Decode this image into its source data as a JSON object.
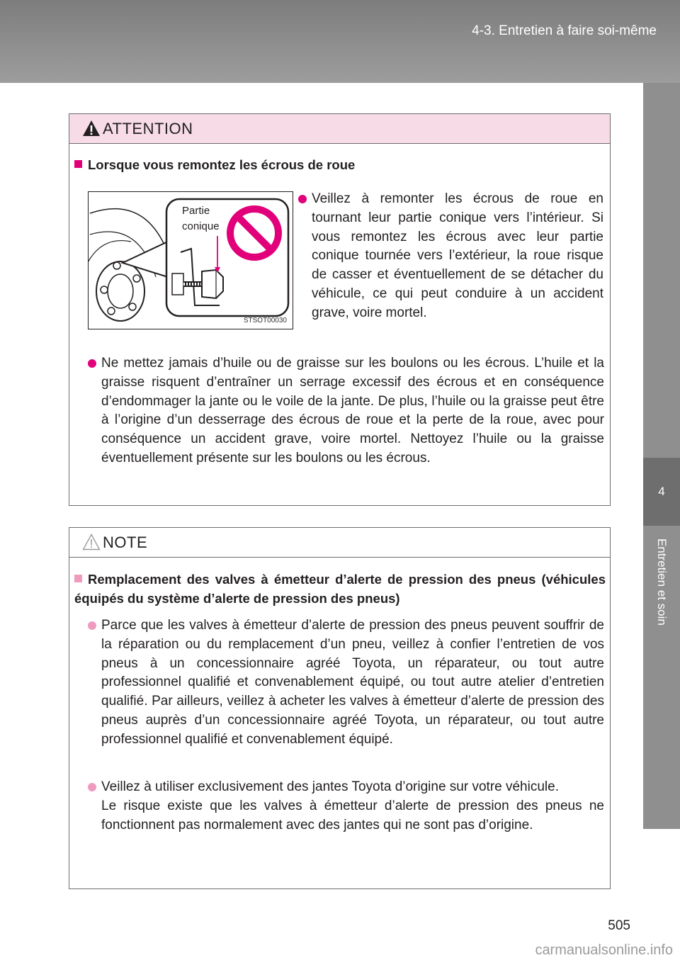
{
  "header": {
    "title": "4-3. Entretien à faire soi-même"
  },
  "side_tab": {
    "number": "4",
    "label": "Entretien et soin"
  },
  "page_number": "505",
  "watermark": "carmanualsonline.info",
  "attention": {
    "title": "ATTENTION",
    "section_heading": "Lorsque vous remontez les écrous de roue",
    "figure": {
      "label_line1": "Partie",
      "label_line2": "conique",
      "code": "STSOT00030"
    },
    "bullet1": "Veillez à remonter les écrous de roue en tournant leur partie conique vers l’intérieur. Si vous remontez les écrous avec leur partie conique tournée vers l’extérieur, la roue risque de casser et éventuellement de se détacher du véhicule, ce qui peut conduire à un accident grave, voire mortel.",
    "bullet2": "Ne mettez jamais d’huile ou de graisse sur les boulons ou les écrous. L’huile et la graisse risquent d’entraîner un serrage excessif des écrous et en conséquence d’endommager la jante ou le voile de la jante. De plus, l’huile ou la graisse peut être à l’origine d’un desserrage des écrous de roue et la perte de la roue, avec pour conséquence un accident grave, voire mortel. Nettoyez l’huile ou la graisse éventuellement présente sur les boulons ou les écrous."
  },
  "note": {
    "title": "NOTE",
    "section_heading": "Remplacement des valves à émetteur d’alerte de pression des pneus (véhicules équipés du système d’alerte de pression des pneus)",
    "bullet1": "Parce que les valves à émetteur d’alerte de pression des pneus peuvent souffrir de la réparation ou du remplacement d’un pneu, veillez à confier l’entretien de vos pneus à un concessionnaire agréé Toyota, un réparateur, ou tout autre professionnel qualifié et convenablement équipé, ou tout autre atelier d’entretien qualifié. Par ailleurs, veillez à acheter les valves à émetteur d’alerte de pression des pneus auprès d’un concessionnaire agréé Toyota, un réparateur, ou tout autre professionnel qualifié et convenablement équipé.",
    "bullet2_line1": "Veillez à utiliser exclusivement des jantes Toyota d’origine sur votre véhicule.",
    "bullet2_line2": "Le risque existe que les valves à émetteur d’alerte de pression des pneus ne fonctionnent pas normalement avec des jantes qui ne sont pas d’origine."
  },
  "colors": {
    "accent": "#e2007a",
    "attention_header": "#f7dbe6",
    "header_bar": "#8f8f8f"
  }
}
